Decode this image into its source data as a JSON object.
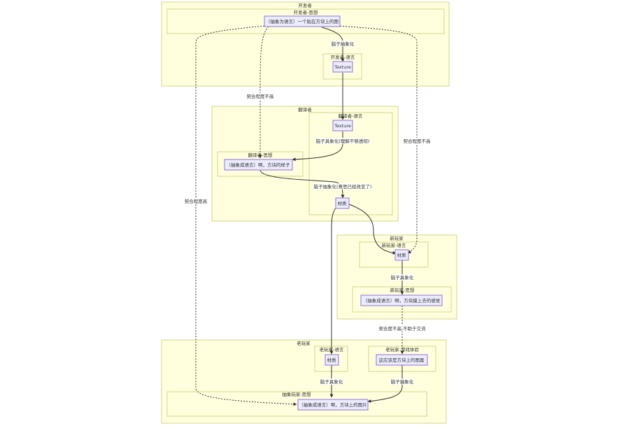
{
  "clusters": {
    "developer": "开发者",
    "developer_thought": "开发者-思想",
    "developer_language": "开发者-语言",
    "translator": "翻译者",
    "translator_language": "翻译者-语言",
    "translator_thought": "翻译者-思想",
    "new_player": "新玩家",
    "new_player_language": "新玩家-语言",
    "new_player_thought": "新玩家-思想",
    "old_player": "老玩家",
    "old_player_language": "老玩家-语言",
    "old_player_experience": "老玩家-游戏体验",
    "old_player_abstract": "抽象玩家-思想"
  },
  "nodes": {
    "dev_thought": "（抽象为语言）一个贴在方块上的图",
    "dev_texture": "Texture",
    "tr_texture": "Texture",
    "tr_thought": "（抽象成语言）啊，方块的样子",
    "tr_material": "材质",
    "np_material": "材质",
    "np_thought": "（抽象成语言）啊，方块摸上去的感觉",
    "op_material": "材质",
    "op_experience": "这应该是方块上的图案",
    "op_thought": "（抽象成语言）啊，方块上的图片"
  },
  "edge_labels": {
    "brain_abstract": "脑子抽象化",
    "brain_concrete_tr": "脑子具象化(理解不够透彻)",
    "brain_abstract_changed": "脑子抽象化(意思已经改变了)",
    "fit_low_left": "契合程度不高",
    "fit_high": "契合程度高",
    "fit_low_right": "契合程度不高",
    "brain_concrete_np": "脑子具象化",
    "fit_low_nocomm": "契合度不高,不助于交流",
    "brain_concrete_op": "脑子具象化",
    "brain_abstract_op": "脑子抽象化"
  }
}
